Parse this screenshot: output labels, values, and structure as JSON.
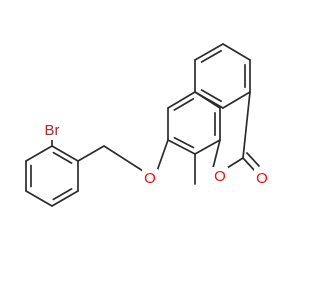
{
  "molecule": {
    "colors": {
      "bond": "#2b2b2b",
      "oxygen": "#e8120c",
      "bromine": "#a52a2a",
      "background": "#ffffff"
    },
    "atoms": {
      "br": {
        "text": "Br",
        "element": "Br"
      },
      "o_ether": {
        "text": "O",
        "element": "O"
      },
      "o_ring": {
        "text": "O",
        "element": "O"
      },
      "o_carbonyl": {
        "text": "O",
        "element": "O"
      }
    }
  }
}
